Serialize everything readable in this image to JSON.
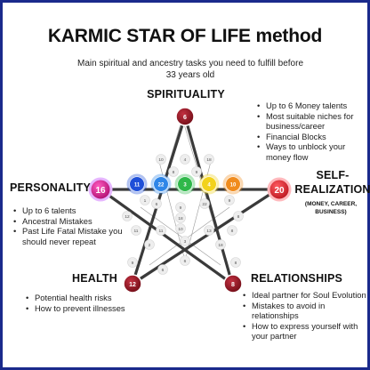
{
  "title": "KARMIC STAR OF LIFE method",
  "subtitle": "Main spiritual and ancestry tasks you need to fulfill before 33 years old",
  "sections": {
    "spirituality": {
      "heading": "SPIRITUALITY",
      "items": [
        "Up to 6 Money talents",
        "Most suitable niches for business/career",
        "Financial Blocks",
        "Ways to unblock your money flow"
      ]
    },
    "personality": {
      "heading": "PERSONALITY",
      "items": [
        "Up to 6 talents",
        "Ancestral Mistakes",
        "Past Life Fatal Mistake you should never repeat"
      ]
    },
    "self_realization": {
      "heading_line1": "SELF-",
      "heading_line2": "REALIZATION",
      "sub_line1": "(MONEY, CAREER,",
      "sub_line2": "BUSINESS)"
    },
    "health": {
      "heading": "HEALTH",
      "items": [
        "Potential health risks",
        "How to prevent illnesses"
      ]
    },
    "relationships": {
      "heading": "RELATIONSHIPS",
      "items": [
        "Ideal partner for Soul Evolution",
        "Mistakes to avoid in relationships",
        "How to express yourself with your partner"
      ]
    }
  },
  "star": {
    "top": "6",
    "left": "16",
    "right": "20",
    "bottom_left": "12",
    "bottom_right": "8",
    "chakras": [
      {
        "value": "11",
        "color": "#1f4fd8"
      },
      {
        "value": "22",
        "color": "#2f86e8"
      },
      {
        "value": "3",
        "color": "#2fb84a"
      },
      {
        "value": "4",
        "color": "#f2d21b"
      },
      {
        "value": "10",
        "color": "#f08c1e"
      }
    ],
    "small_numbers": [
      "10",
      "4",
      "18",
      "8",
      "9",
      "1",
      "6",
      "9",
      "22",
      "9",
      "12",
      "18",
      "8",
      "11",
      "11",
      "10",
      "13",
      "8",
      "2",
      "3",
      "18",
      "9",
      "6",
      "8",
      "6"
    ]
  },
  "colors": {
    "border": "#1a2a8c",
    "dark_red": "#8e1420",
    "pink": "#d6108a",
    "red": "#e21c28",
    "violet": "#a331d6"
  }
}
